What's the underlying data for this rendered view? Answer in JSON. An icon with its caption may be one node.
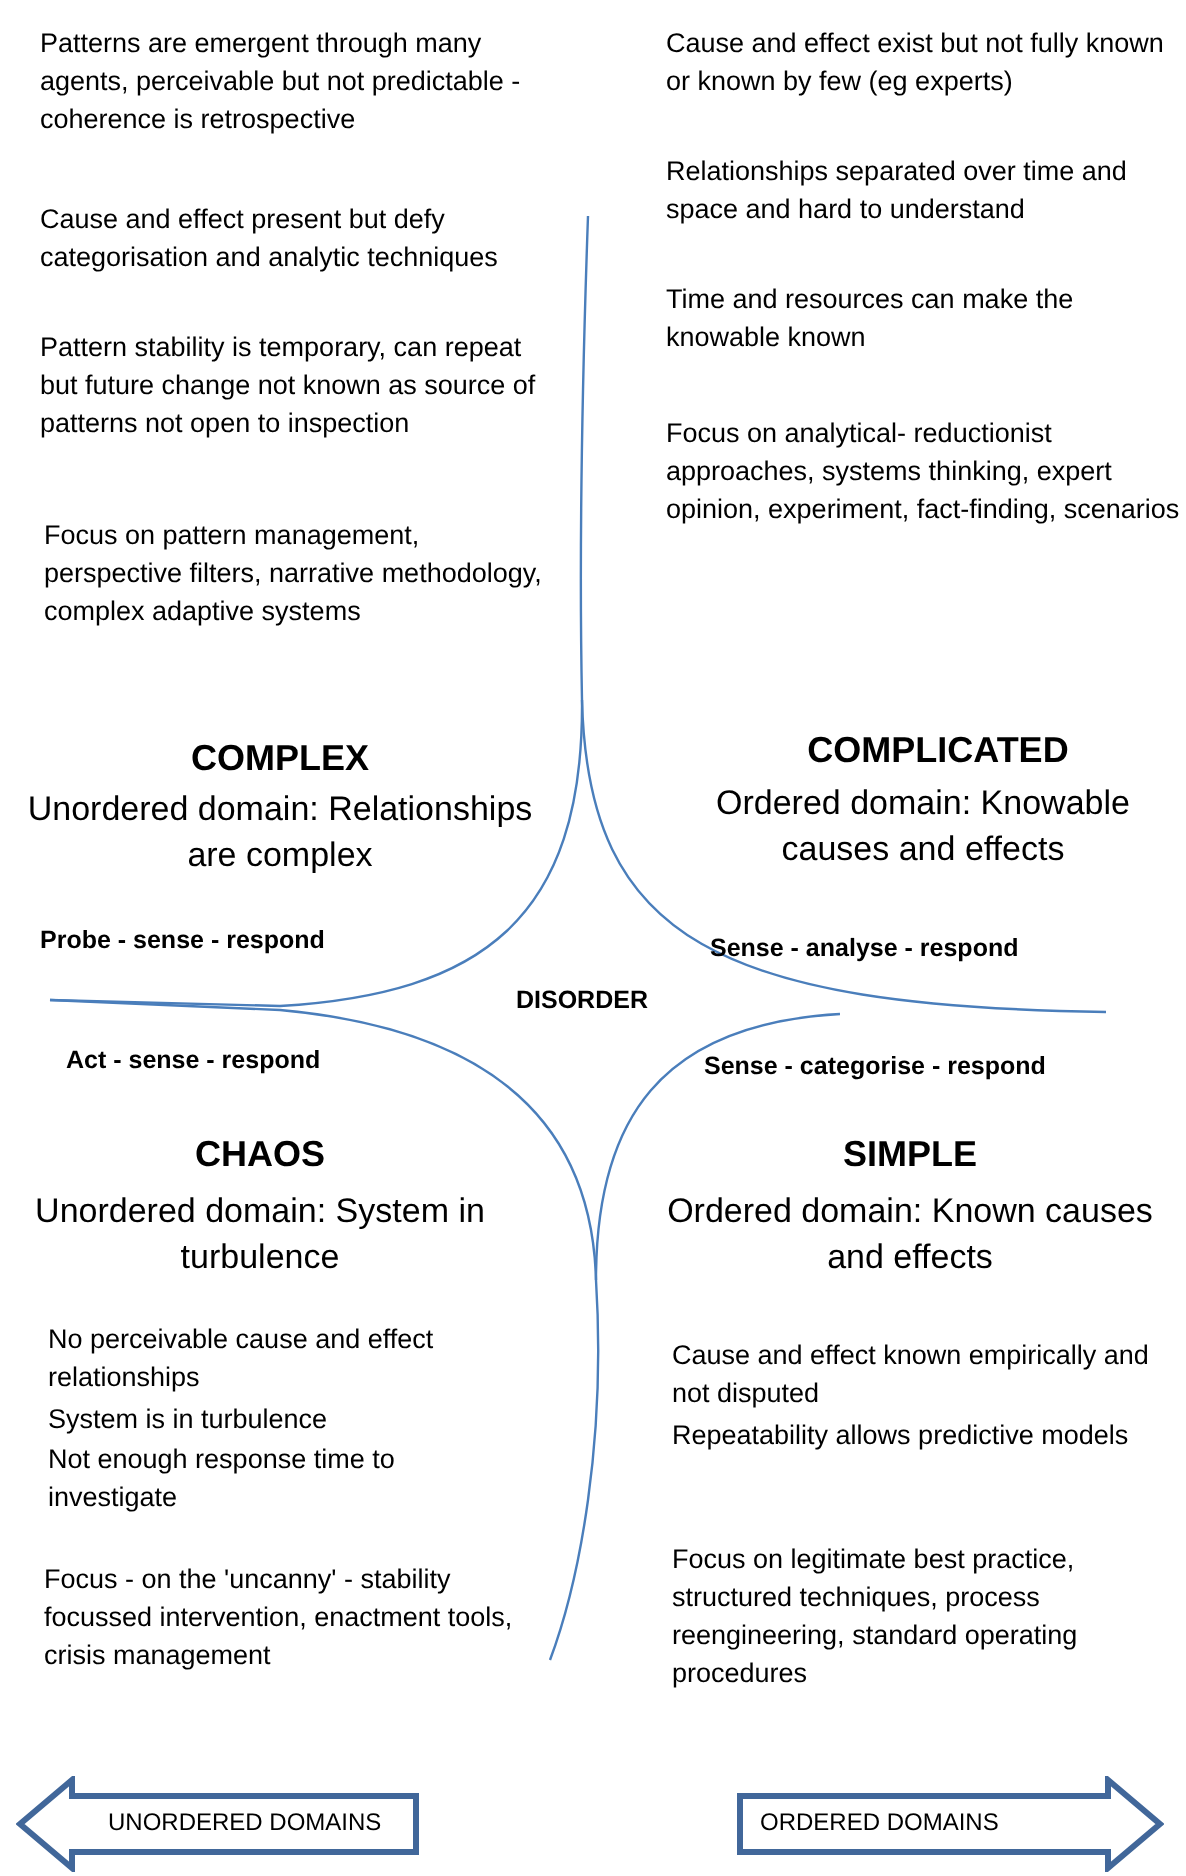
{
  "diagram": {
    "nodes": [
      {
        "text": [
          "UNORDERED DOMAINS"
        ]
      },
      {
        "text": [
          "ORDERED DOMAINS"
        ]
      }
    ],
    "labels": [
      "Patterns are emergent through many agents, perceivable but not predictable - coherence is retrospective",
      "Cause and effect present but defy categorisation and analytic techniques",
      "Pattern stability is temporary, can repeat but future change not known as source of patterns not open to inspection",
      "Cause and effect exist but not fully known or known by few (eg experts)",
      "Relationships separated over time and space and hard to understand",
      "Time and resources can make the knowable known",
      "Focus on pattern management, perspective filters, narrative methodology, complex adaptive systems",
      "Focus on analytical- reductionist approaches, systems thinking, expert opinion, experiment, fact-finding, scenarios",
      "COMPLEX",
      "COMPLICATED",
      "Unordered domain: Relationships are complex",
      "Ordered domain: Knowable causes and effects",
      "Probe - sense - respond",
      "Sense - analyse - respond",
      "DISORDER",
      "Act - sense - respond",
      "Sense - categorise - respond",
      "CHAOS",
      "SIMPLE",
      "Unordered domain: System in turbulence",
      "Ordered domain: Known causes and effects",
      "No perceivable cause and effect relationships",
      "System is in turbulence",
      "Not enough response time to investigate",
      "Cause and effect known empirically and not disputed",
      "Repeatability allows predictive models",
      "Focus - on the 'uncanny' - stability focussed intervention, enactment tools, crisis management",
      "Focus on legitimate best practice, structured techniques, process reengineering, standard operating procedures"
    ]
  }
}
